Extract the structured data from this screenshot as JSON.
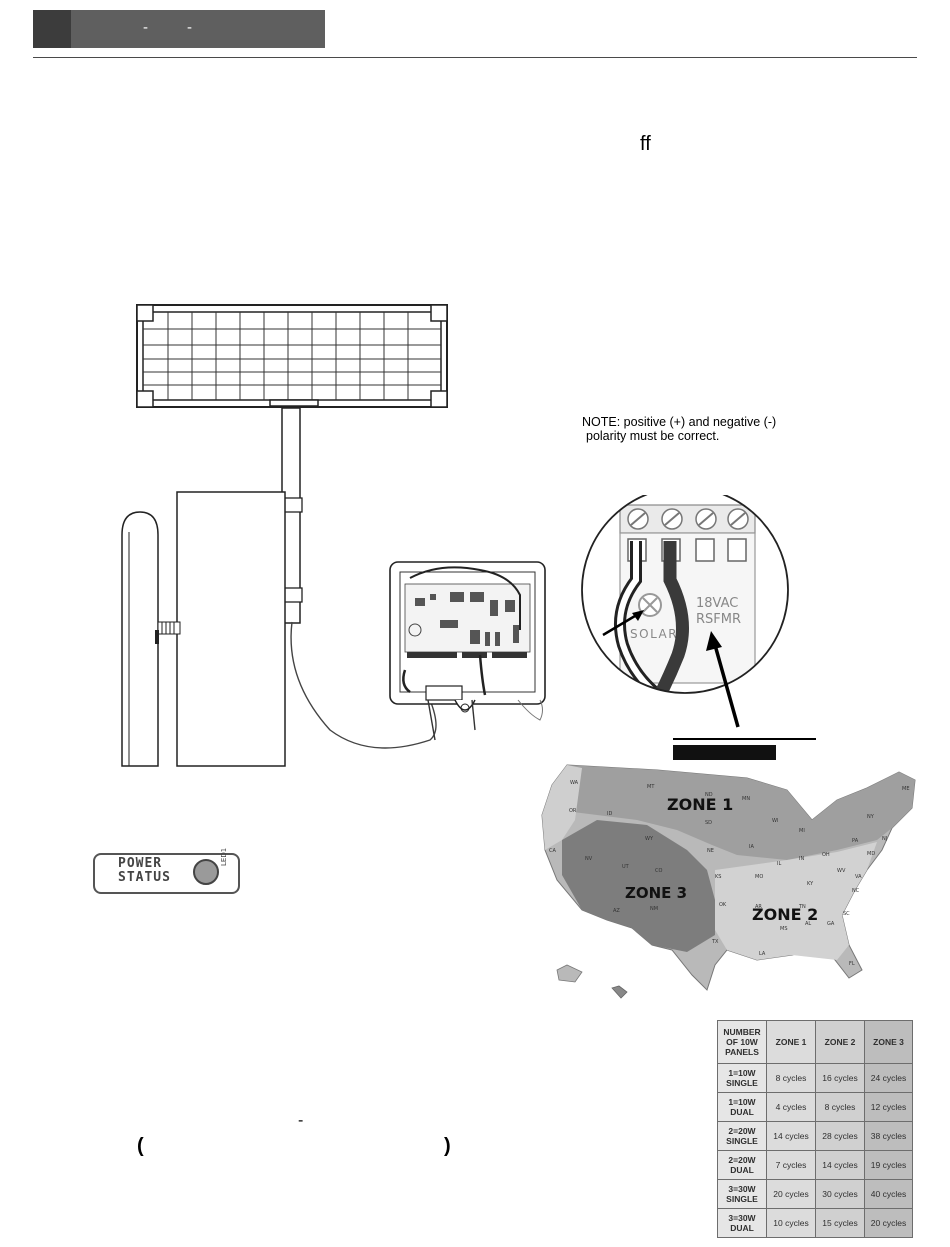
{
  "header": {
    "dash_1": "-",
    "dash_2": "-"
  },
  "stray_glyphs": {
    "ff": "ff",
    "dash": "-",
    "paren_open": "(",
    "paren_close": ")"
  },
  "note": {
    "line1": "NOTE: positive (+) and negative (-)",
    "line2": "polarity must be correct."
  },
  "terminal": {
    "solar_label": "SOLAR",
    "vac_label": "18VAC",
    "xfmr_label": "RSFMR"
  },
  "power_status": {
    "line1": "POWER",
    "line2": "STATUS",
    "led_label": "LED1"
  },
  "map": {
    "zone1": "ZONE 1",
    "zone2": "ZONE 2",
    "zone3": "ZONE 3",
    "states": [
      "WA",
      "OR",
      "CA",
      "ID",
      "NV",
      "MT",
      "WY",
      "UT",
      "AZ",
      "CO",
      "NM",
      "ND",
      "SD",
      "NE",
      "KS",
      "OK",
      "TX",
      "MN",
      "IA",
      "MO",
      "AR",
      "LA",
      "WI",
      "IL",
      "MS",
      "MI",
      "IN",
      "KY",
      "TN",
      "AL",
      "GA",
      "FL",
      "OH",
      "WV",
      "SC",
      "NC",
      "VA",
      "PA",
      "NY",
      "ME",
      "MD",
      "NJ"
    ]
  },
  "table": {
    "corner": [
      "NUMBER",
      "OF 10W",
      "PANELS"
    ],
    "columns": [
      "ZONE 1",
      "ZONE 2",
      "ZONE 3"
    ],
    "rows": [
      {
        "label": [
          "1=10W",
          "SINGLE"
        ],
        "cells": [
          "8 cycles",
          "16 cycles",
          "24 cycles"
        ]
      },
      {
        "label": [
          "1=10W",
          "DUAL"
        ],
        "cells": [
          "4 cycles",
          "8 cycles",
          "12 cycles"
        ]
      },
      {
        "label": [
          "2=20W",
          "SINGLE"
        ],
        "cells": [
          "14 cycles",
          "28 cycles",
          "38 cycles"
        ]
      },
      {
        "label": [
          "2=20W",
          "DUAL"
        ],
        "cells": [
          "7 cycles",
          "14 cycles",
          "19 cycles"
        ]
      },
      {
        "label": [
          "3=30W",
          "SINGLE"
        ],
        "cells": [
          "20 cycles",
          "30 cycles",
          "40 cycles"
        ]
      },
      {
        "label": [
          "3=30W",
          "DUAL"
        ],
        "cells": [
          "10 cycles",
          "15 cycles",
          "20 cycles"
        ]
      }
    ]
  }
}
